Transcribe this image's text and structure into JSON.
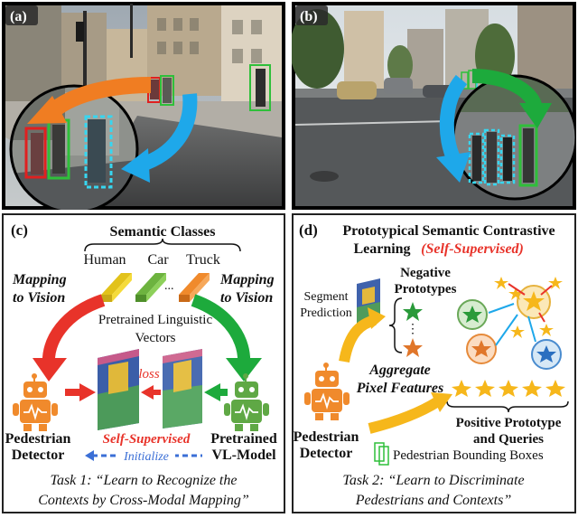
{
  "panel_a": {
    "label": "(a)"
  },
  "panel_b": {
    "label": "(b)"
  },
  "panel_c": {
    "label": "(c)",
    "semantic_classes_title": "Semantic Classes",
    "classes": [
      "Human",
      "Car",
      "Truck"
    ],
    "mapping_left": [
      "Mapping",
      "to Vision"
    ],
    "mapping_right": [
      "Mapping",
      "to Vision"
    ],
    "ellipsis": "...",
    "linguistic_vectors": [
      "Pretrained Linguistic",
      "Vectors"
    ],
    "loss": "loss",
    "self_supervised": "Self-Supervised",
    "pedestrian_detector": [
      "Pedestrian",
      "Detector"
    ],
    "pretrained_vl_model": [
      "Pretrained",
      "VL-Model"
    ],
    "initialize": "Initialize",
    "task": [
      "Task 1: “Learn to Recognize the",
      "Contexts by Cross-Modal Mapping”"
    ]
  },
  "panel_d": {
    "label": "(d)",
    "title_line1": "Prototypical Semantic Contrastive",
    "title_line2": "Learning",
    "title_self_supervised": "(Self-Supervised)",
    "segment_prediction": [
      "Segment",
      "Prediction"
    ],
    "negative_prototypes": [
      "Negative",
      "Prototypes"
    ],
    "aggregate": [
      "Aggregate",
      "Pixel Features"
    ],
    "positive_prototype": [
      "Positive Prototype",
      "and Queries"
    ],
    "pedestrian_detector": [
      "Pedestrian",
      "Detector"
    ],
    "bounding_boxes": "Pedestrian Bounding Boxes",
    "task": [
      "Task 2: “Learn to Discriminate",
      "Pedestrians and Contexts”"
    ]
  },
  "colors": {
    "orange_arrow": "#f07d22",
    "blue_arrow": "#1ea8ea",
    "green_arrow": "#1daa3c",
    "red_arrow": "#e8332a",
    "robot_orange": "#f08a2c",
    "robot_green": "#5fa845",
    "star_gold": "#f6b71b",
    "ped_red": "#e02020",
    "ped_green": "#2fbf3a",
    "ped_cyan": "#37d6f0"
  }
}
